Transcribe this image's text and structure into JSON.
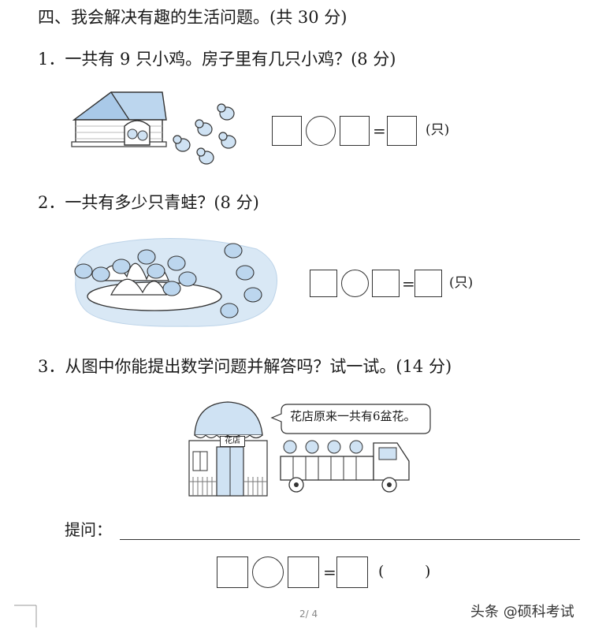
{
  "section_title": "四、我会解决有趣的生活问题。(共 30 分)",
  "q1": {
    "text": "1．一共有 9 只小鸡。房子里有几只小鸡？(8 分)",
    "equals": "=",
    "unit": "(只)"
  },
  "q2": {
    "text": "2．一共有多少只青蛙？(8 分)",
    "equals": "=",
    "unit": "(只)"
  },
  "q3": {
    "text": "3．从图中你能提出数学问题并解答吗？试一试。(14 分)",
    "speech": "花店原来一共有6盆花。",
    "shop_sign": "花店",
    "ask_label": "提问：",
    "equals": "=",
    "unit_open": "(",
    "unit_close": ")"
  },
  "footer": {
    "page": "2/ 4",
    "watermark": "头条 @硕科考试"
  }
}
